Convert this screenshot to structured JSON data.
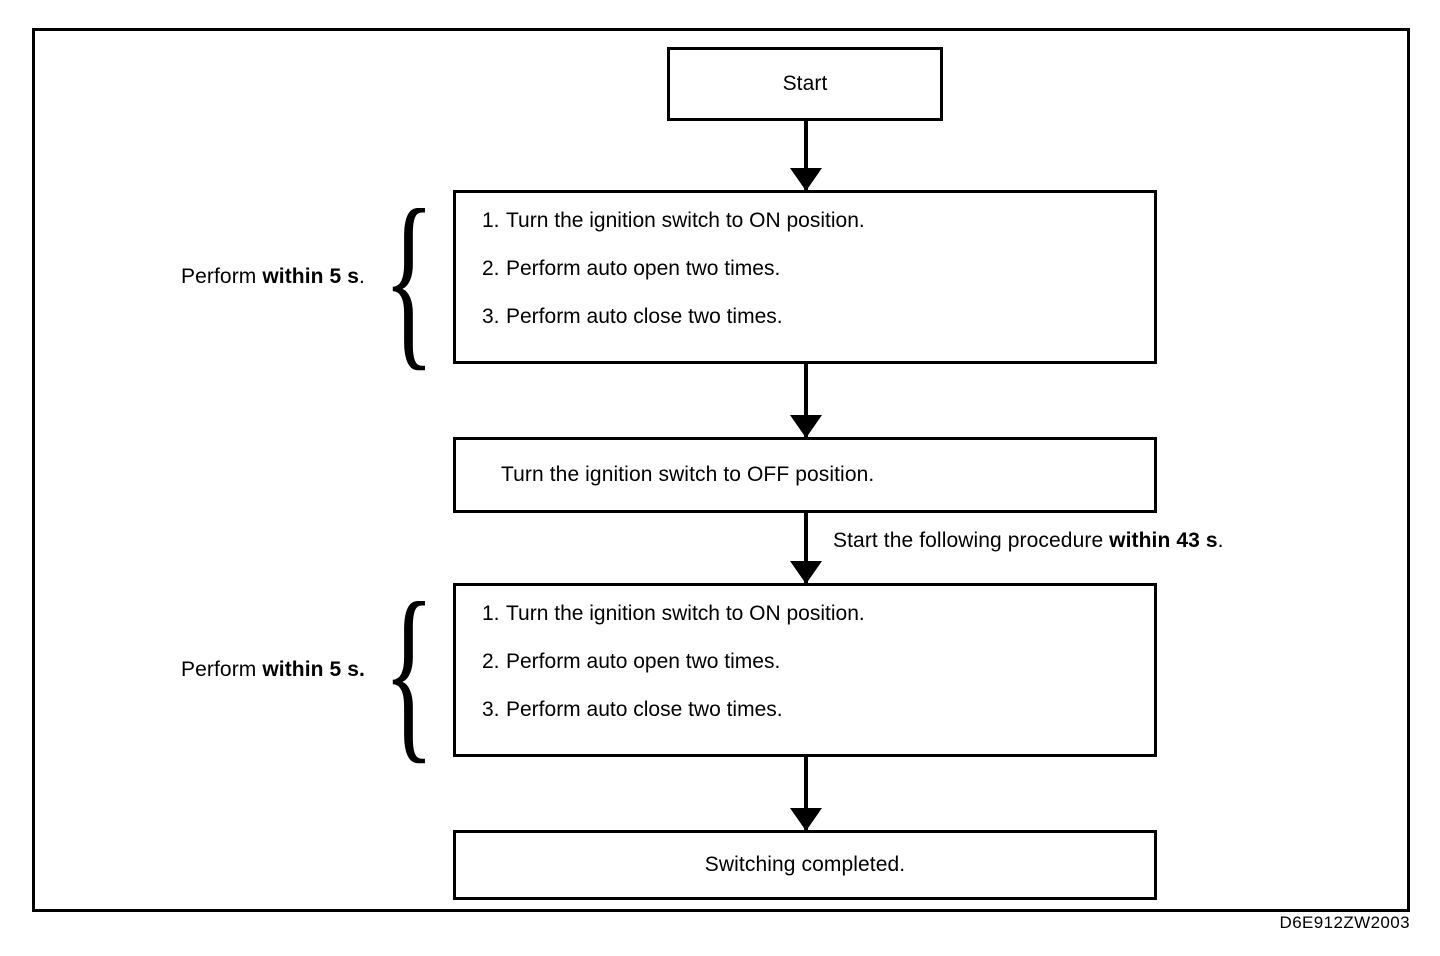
{
  "figure": {
    "code": "D6E912ZW2003",
    "type": "flowchart"
  },
  "nodes": {
    "start": {
      "label": "Start"
    },
    "procedure_1": {
      "steps": [
        {
          "num": "1.",
          "text": "Turn the ignition switch to ON position."
        },
        {
          "num": "2.",
          "text": "Perform auto open two times."
        },
        {
          "num": "3.",
          "text": "Perform auto close two times."
        }
      ]
    },
    "ignition_off": {
      "label": "Turn the ignition switch to OFF position."
    },
    "procedure_2": {
      "steps": [
        {
          "num": "1.",
          "text": "Turn the ignition switch to ON position."
        },
        {
          "num": "2.",
          "text": "Perform auto open two times."
        },
        {
          "num": "3.",
          "text": "Perform auto close two times."
        }
      ]
    },
    "completed": {
      "label": "Switching completed."
    }
  },
  "annotations": {
    "brace_1": {
      "prefix": "Perform ",
      "emphasis": "within 5 s",
      "suffix": "."
    },
    "brace_2": {
      "prefix": "Perform ",
      "emphasis": "within 5 s.",
      "suffix": ""
    },
    "timing_note": {
      "prefix": "Start the following procedure ",
      "emphasis": "within 43 s",
      "suffix": "."
    },
    "brace_glyph": "{"
  },
  "colors": {
    "ink": "#000000",
    "paper": "#ffffff"
  }
}
